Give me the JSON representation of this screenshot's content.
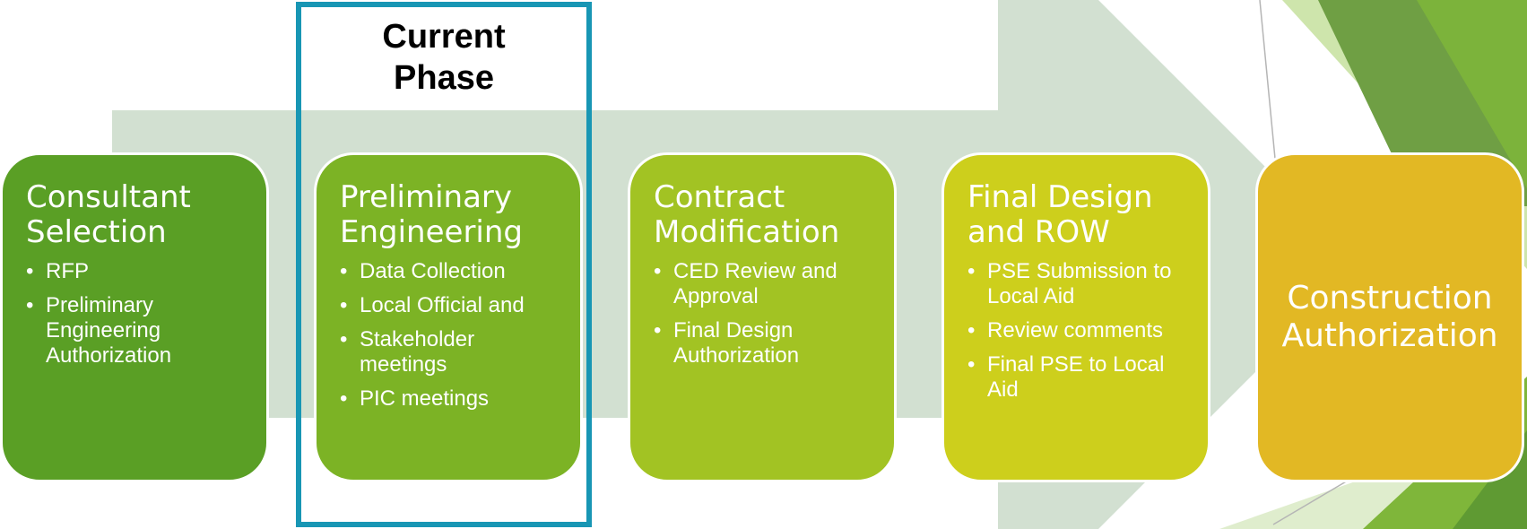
{
  "current_phase_label": "Current\nPhase",
  "phases": [
    {
      "title": "Consultant Selection",
      "bullets": [
        "RFP",
        "Preliminary Engineering Authorization"
      ]
    },
    {
      "title": "Preliminary Engineering",
      "bullets": [
        "Data Collection",
        "Local Official and",
        "Stakeholder meetings",
        "PIC meetings"
      ]
    },
    {
      "title": "Contract Modification",
      "bullets": [
        "CED Review and Approval",
        "Final Design Authorization"
      ]
    },
    {
      "title": "Final Design and ROW",
      "bullets": [
        "PSE Submission to Local Aid",
        "Review comments",
        "Final PSE to Local Aid"
      ]
    },
    {
      "title": "Construction Authorization",
      "bullets": []
    }
  ],
  "current_phase_index": 1,
  "colors": {
    "arrow": "#d2e0d1",
    "frame": "#1896b4",
    "phase_fills": [
      "#5a9f25",
      "#7cb325",
      "#a2c323",
      "#cdcf1c",
      "#e2b824"
    ],
    "corner_greens": [
      "#6f9f44",
      "#5f9a33",
      "#7fb63a",
      "#a6cf67"
    ]
  }
}
